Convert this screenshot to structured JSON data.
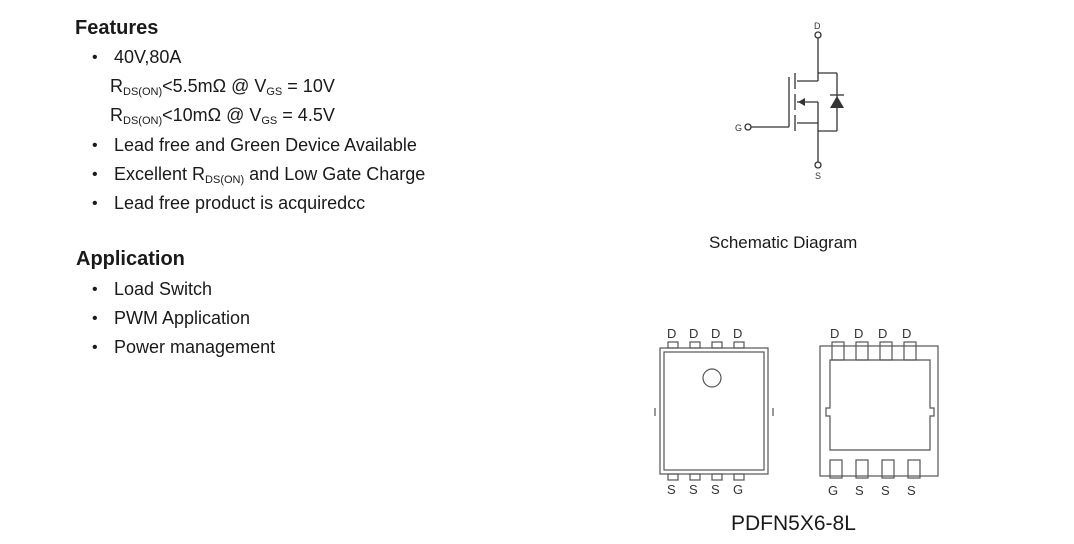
{
  "features": {
    "heading": "Features",
    "items": [
      {
        "text": "40V,80A"
      },
      {
        "pre": "R",
        "sub": "DS(ON)",
        "mid": "<5.5mΩ @ V",
        "sub2": "GS",
        "post": "= 10V"
      },
      {
        "pre": "R",
        "sub": "DS(ON)",
        "mid": "<10mΩ @ V",
        "sub2": "GS",
        "post": "= 4.5V"
      },
      {
        "text": "Lead free and Green Device Available"
      },
      {
        "pre": "Excellent R",
        "sub": "DS(ON)",
        "post": "and Low Gate Charge"
      },
      {
        "text": "Lead free product is acquiredcc"
      }
    ]
  },
  "application": {
    "heading": "Application",
    "items": [
      "Load Switch",
      "PWM Application",
      "Power management"
    ]
  },
  "schematic": {
    "caption": "Schematic Diagram",
    "pin_d": "D",
    "pin_g": "G",
    "pin_s": "S"
  },
  "package": {
    "name": "PDFN5X6-8L",
    "top_pins": [
      "D",
      "D",
      "D",
      "D"
    ],
    "bottom_pins_front": [
      "S",
      "S",
      "S",
      "G"
    ],
    "bottom_pins_back": [
      "G",
      "S",
      "S",
      "S"
    ]
  }
}
